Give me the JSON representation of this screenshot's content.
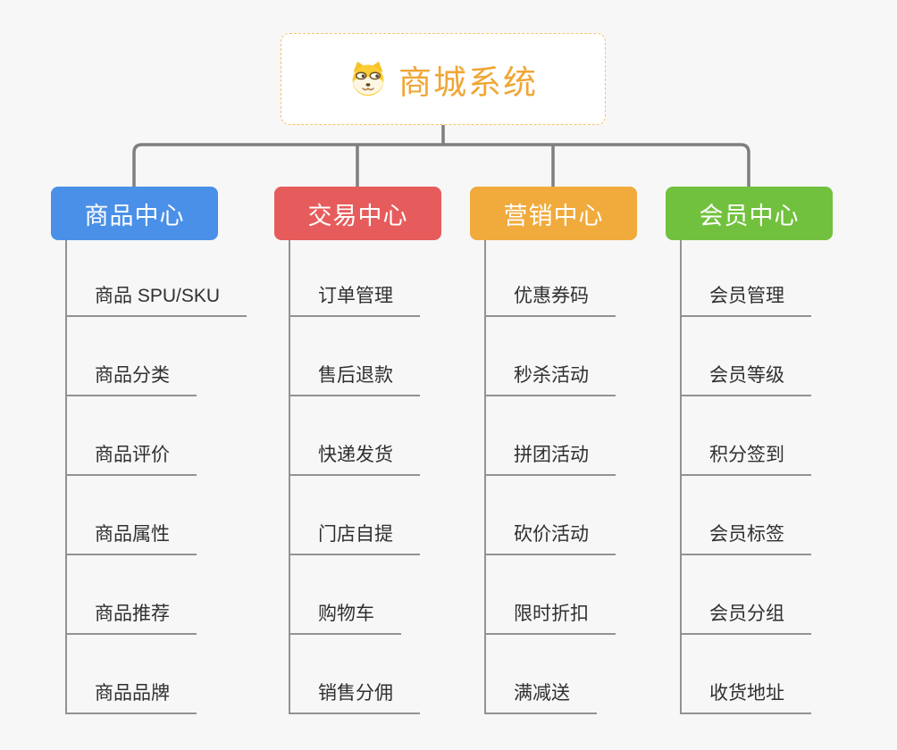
{
  "root": {
    "label": "商城系统",
    "color": "#f0a635",
    "icon": "dog-face-icon"
  },
  "colors": {
    "background": "#f7f7f7",
    "connector_line": "#7f7f7f",
    "child_line": "#929292",
    "child_text": "#303030",
    "root_border": "#f3c36f"
  },
  "branches": [
    {
      "label": "商品中心",
      "color": "#4a90e8",
      "children": [
        "商品 SPU/SKU",
        "商品分类",
        "商品评价",
        "商品属性",
        "商品推荐",
        "商品品牌"
      ]
    },
    {
      "label": "交易中心",
      "color": "#e65c5c",
      "children": [
        "订单管理",
        "售后退款",
        "快递发货",
        "门店自提",
        "购物车",
        "销售分佣"
      ]
    },
    {
      "label": "营销中心",
      "color": "#f0ab3c",
      "children": [
        "优惠券码",
        "秒杀活动",
        "拼团活动",
        "砍价活动",
        "限时折扣",
        "满减送"
      ]
    },
    {
      "label": "会员中心",
      "color": "#72c13e",
      "children": [
        "会员管理",
        "会员等级",
        "积分签到",
        "会员标签",
        "会员分组",
        "收货地址"
      ]
    }
  ]
}
